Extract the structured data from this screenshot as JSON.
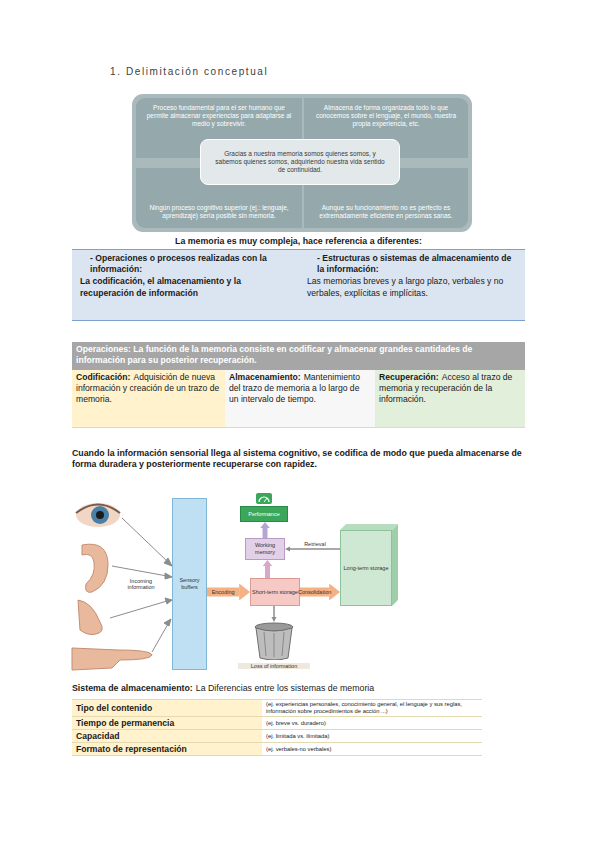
{
  "diagram": {
    "title": "1. Delimitación conceptual",
    "nodes": [
      {
        "text": [
          "Proceso fundamental para el ser humano que permite almacenar experiencias para adaptarse al medio y sobrevivir."
        ]
      },
      {
        "text": [
          "Almacena de forma organizada todo lo que conocemos sobre el lenguaje, el mundo, nuestra propia experiencia, etc."
        ]
      },
      {
        "text": [
          "Gracias a nuestra memoria somos quienes somos, y sabemos quienes somos, adquiriendo nuestra vida sentido de continuidad."
        ]
      },
      {
        "text": [
          "Ningún proceso cognitivo superior (ej.: lenguaje, aprendizaje) sería posible sin memoria."
        ]
      },
      {
        "text": [
          "Aunque su funcionamiento no es perfecto es extremadamente eficiente en personas sanas."
        ]
      },
      {
        "text": [
          "- Operaciones o procesos realizadas con la información:",
          "La codificación, el almacenamiento y la recuperación de información"
        ]
      },
      {
        "text": [
          "- Estructuras o sistemas de almacenamiento de la información:",
          "Las memorias breves y a largo plazo, verbales y no verbales, explícitas e implícitas."
        ]
      },
      {
        "text": [
          "Operaciones: La función de la memoria consiste en codificar y almacenar grandes cantidades de información para su posterior recuperación."
        ]
      },
      {
        "text": [
          "Codificación:",
          "Adquisición de nueva información y creación de un trazo de memoria."
        ]
      },
      {
        "text": [
          "Almacenamiento:",
          "Mantenimiento del trazo de memoria a lo largo de un intervalo de tiempo."
        ]
      },
      {
        "text": [
          "Recuperación:",
          "Acceso al trazo de memoria y recuperación de la información."
        ]
      },
      {
        "text": [
          "Sensory buffers"
        ]
      },
      {
        "text": [
          "Short-term storage"
        ]
      },
      {
        "text": [
          "Working memory"
        ]
      },
      {
        "text": [
          "Performance"
        ]
      },
      {
        "text": [
          "Long-term storage"
        ]
      },
      {
        "text": [
          "Loss of information"
        ]
      }
    ],
    "edges": [
      {
        "from": 11,
        "to": 12,
        "label": "Encoding",
        "arrow": "to"
      },
      {
        "from": 12,
        "to": 15,
        "label": "Consolidation",
        "arrow": "to"
      },
      {
        "from": 15,
        "to": 13,
        "label": "Retrieval",
        "arrow": "to"
      },
      {
        "from": 12,
        "to": 13,
        "arrow": "to"
      },
      {
        "from": 13,
        "to": 14,
        "arrow": "to"
      },
      {
        "from": 12,
        "to": 16,
        "arrow": "to"
      }
    ],
    "labels": [
      "La memoria es muy compleja, hace referencia a diferentes:",
      "Cuando la información sensorial llega al sistema cognitivo, se codifica de modo que pueda almacenarse de forma duradera y posteriormente recuperarse con rapidez.",
      "Incoming information",
      "Sistema de almacenamiento:",
      "La Diferencias entre los sistemas de memoria",
      "Tipo del contenido",
      "(ej. experiencias personales, conocimiento general, el lenguaje y sus reglas, información sobre procedimientos de acción ...)",
      "Tiempo de permanencia",
      "(ej. breve vs. duradero)",
      "Capacidad",
      "(ej. limitada vs. ilimitada)",
      "Formato de representación",
      "(ej. verbales-no verbales)"
    ]
  }
}
